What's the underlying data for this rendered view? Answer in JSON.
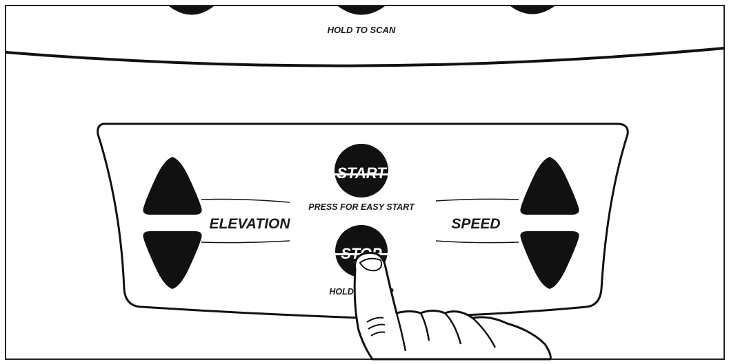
{
  "top_panel": {
    "hold_to_scan_label": "HOLD TO SCAN"
  },
  "console": {
    "start_button_label": "START",
    "start_caption": "PRESS FOR EASY START",
    "stop_button_label": "STOP",
    "stop_caption": "HOLD TO STOP",
    "elevation_label": "ELEVATION",
    "speed_label": "SPEED"
  },
  "icons": [
    "elevation-up-icon",
    "elevation-down-icon",
    "speed-up-icon",
    "speed-down-icon",
    "finger-icon"
  ]
}
